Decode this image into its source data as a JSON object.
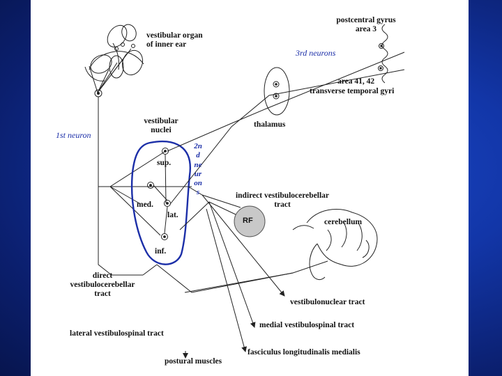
{
  "labels": {
    "vestibular_organ": "vestibular organ\nof inner ear",
    "postcentral": "postcentral gyrus\narea 3",
    "third_neurons": "3rd neurons",
    "area_41_42": "area 41, 42",
    "transverse": "transverse temporal gyri",
    "thalamus": "thalamus",
    "first_neuron": "1st neuron",
    "vestibular_nuclei": "vestibular\nnuclei",
    "second_neurons": "2nd neurons",
    "sup": "sup.",
    "med": "med.",
    "lat": "lat.",
    "inf": "inf.",
    "indirect_tract": "indirect vestibulocerebellar\ntract",
    "rf": "RF",
    "cerebellum": "cerebellum",
    "direct_tract": "direct\nvestibulocerebellar\ntract",
    "vestibulonuclear": "vestibulonuclear tract",
    "medial_spinal": "medial vestibulospinal tract",
    "lateral_spinal": "lateral vestibulospinal tract",
    "fasciculus": "fasciculus longitudinalis medialis",
    "postural": "postural muscles"
  },
  "colors": {
    "slide_background": "#ffffff",
    "outer_background": "#1236a8",
    "nucleus_outline": "#1c2fa8",
    "neuron_label": "#1c2fa8",
    "rf_fill": "#c8c8c8"
  }
}
